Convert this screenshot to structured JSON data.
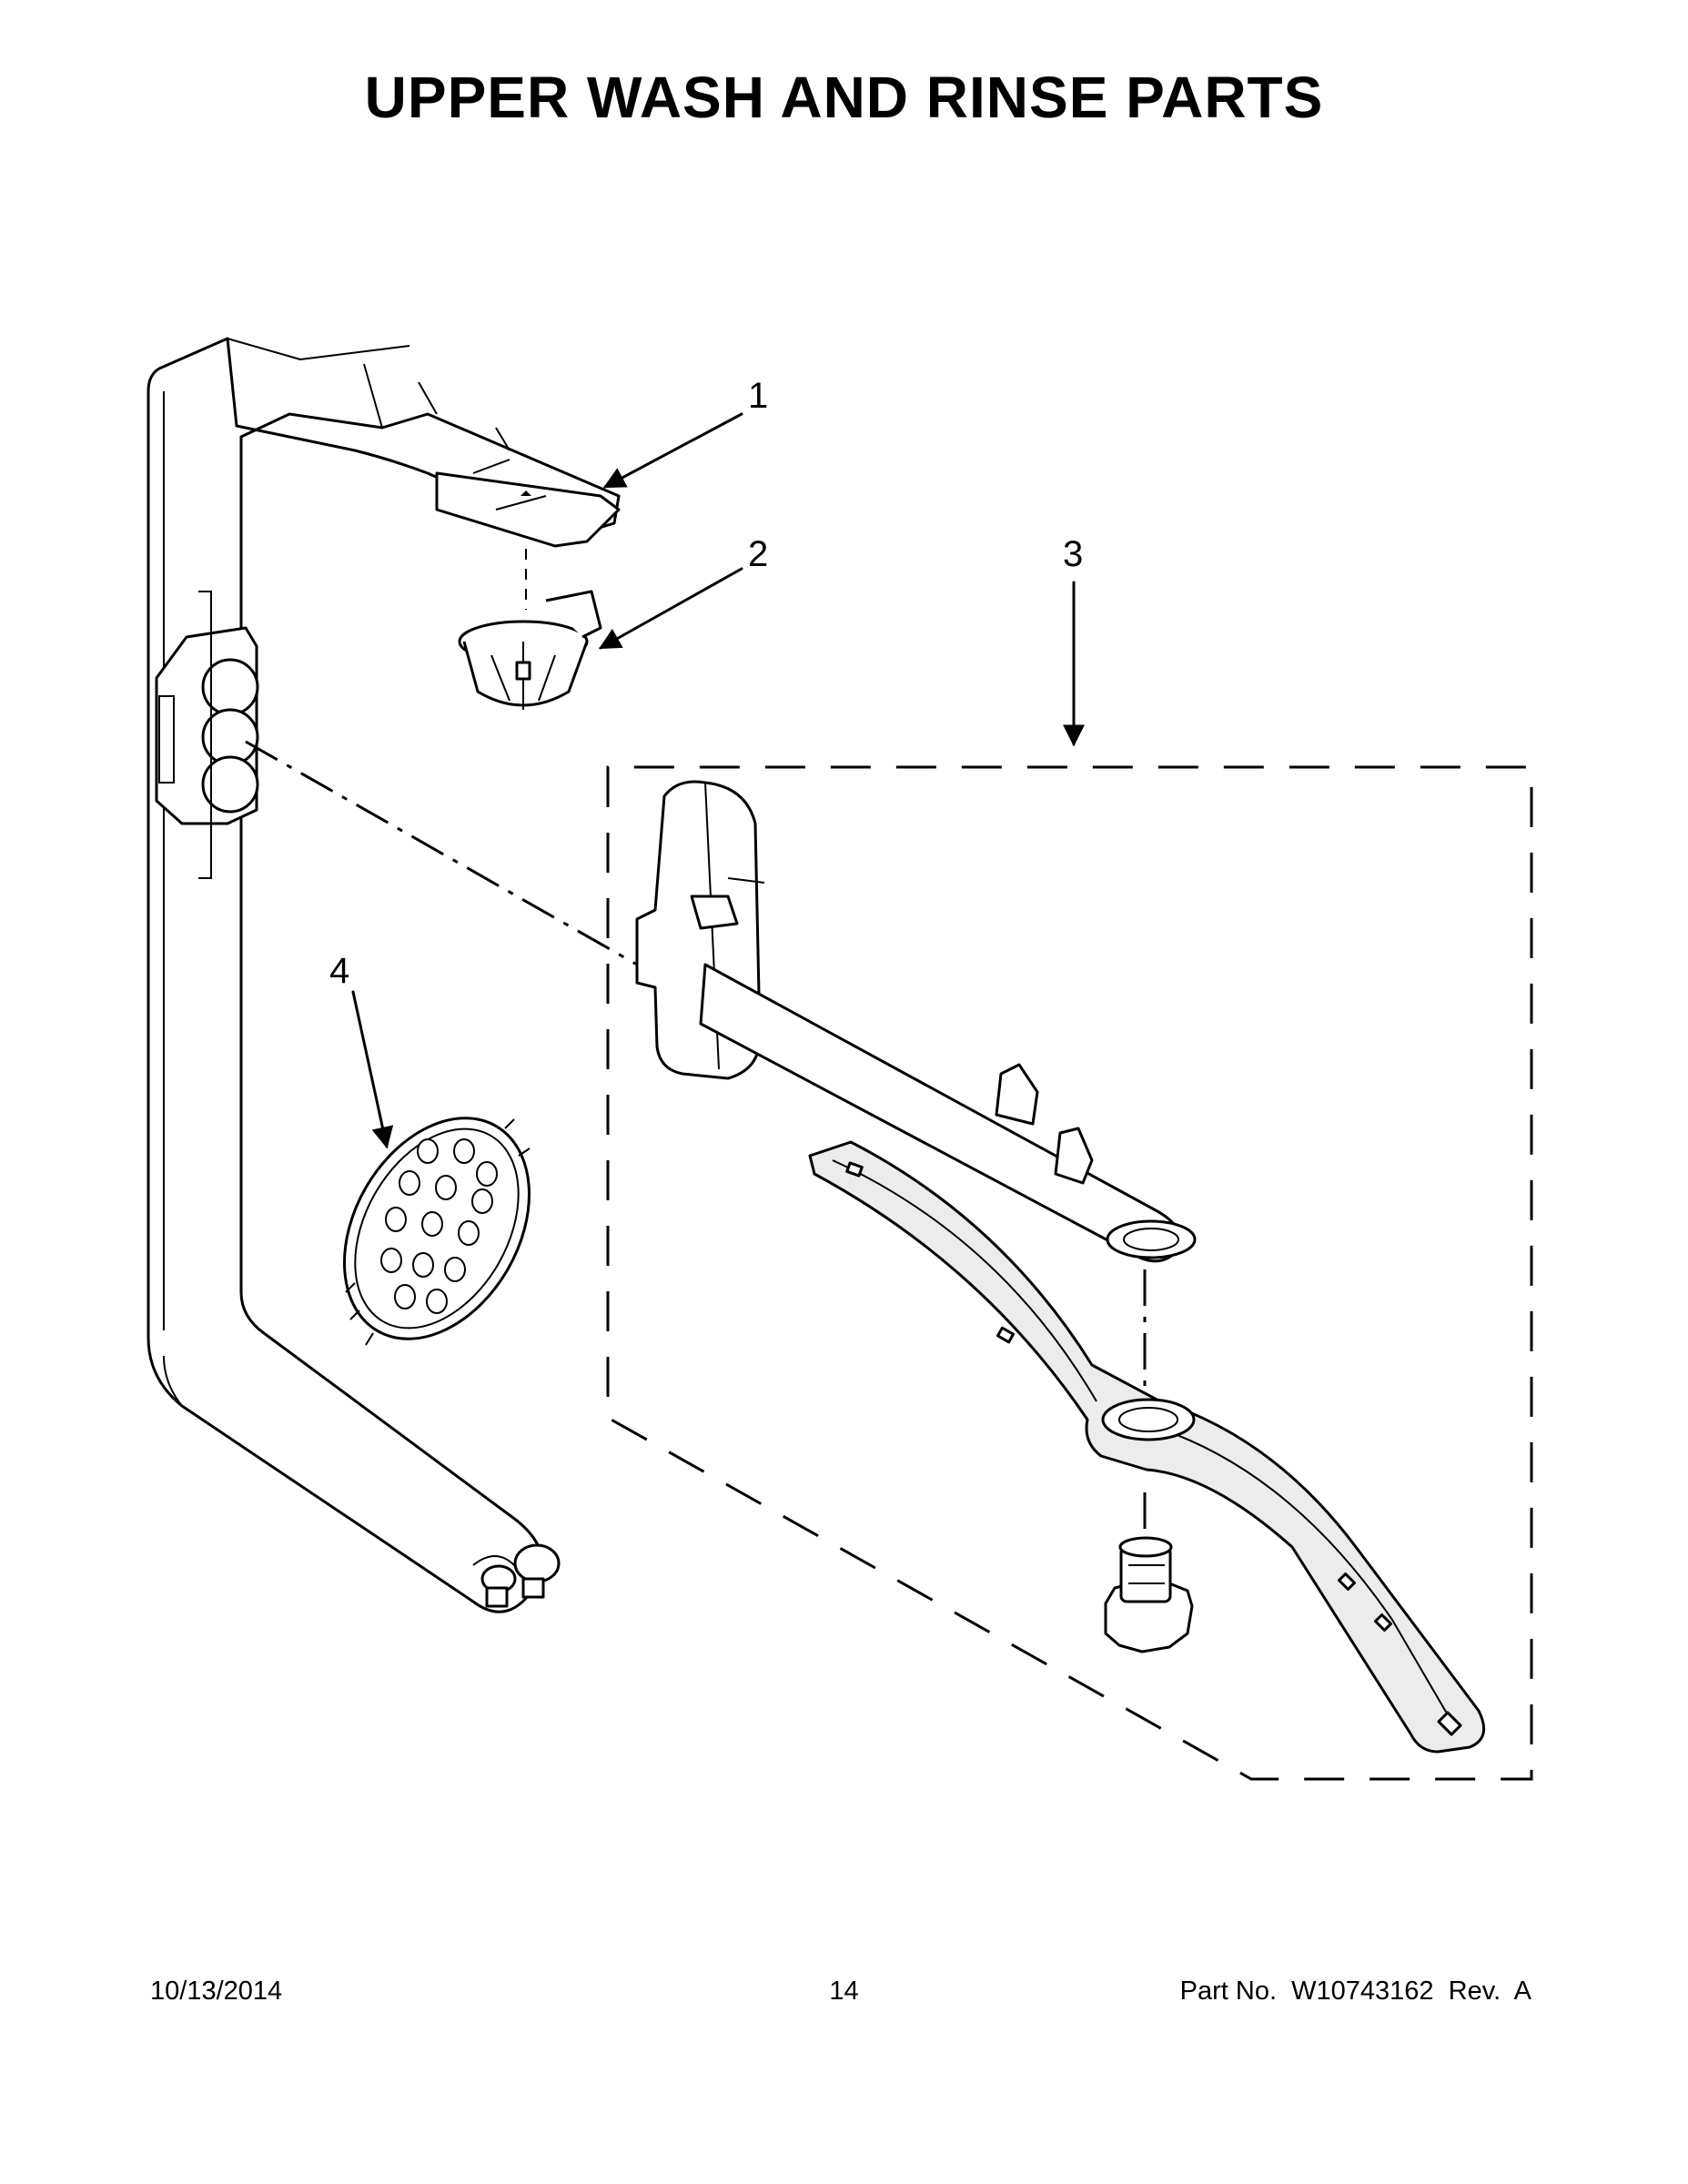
{
  "header": {
    "title": "UPPER WASH AND RINSE PARTS"
  },
  "callouts": [
    {
      "id": "1",
      "label": "1"
    },
    {
      "id": "2",
      "label": "2"
    },
    {
      "id": "3",
      "label": "3"
    },
    {
      "id": "4",
      "label": "4"
    }
  ],
  "footer": {
    "date": "10/13/2014",
    "page": "14",
    "part_number": "Part No.  W10743162  Rev.  A"
  }
}
